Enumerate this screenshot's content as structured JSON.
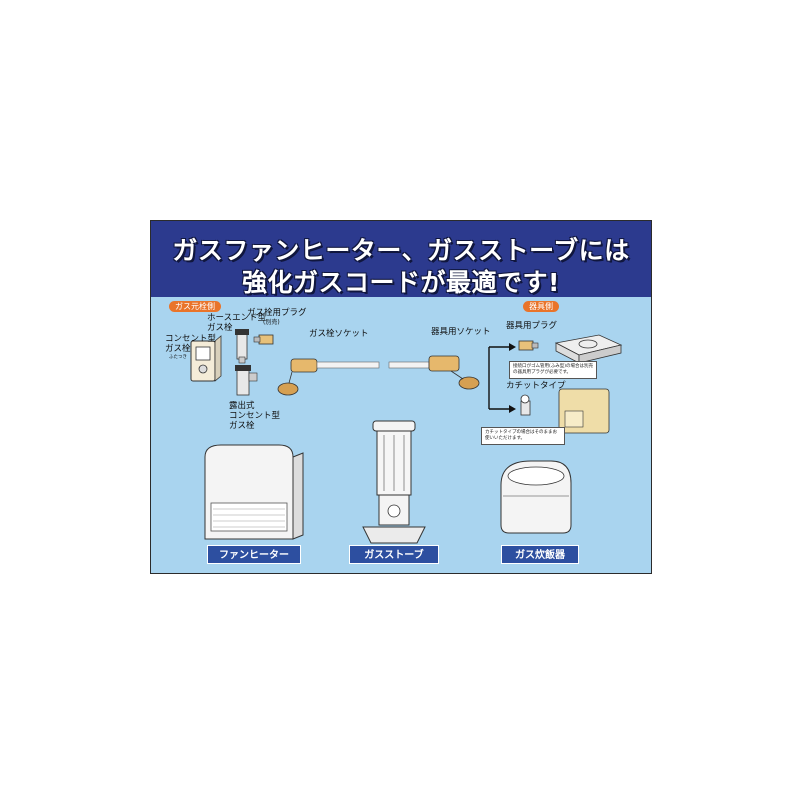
{
  "banner": {
    "line1": "ガスファンヒーター、ガスストーブには",
    "line2": "強化ガスコードが最適です!"
  },
  "badges": {
    "gas_valve_side": "ガス元栓側",
    "appliance_side": "器具側"
  },
  "labels": {
    "hose_end_valve": "ホースエンド型\nガス栓",
    "gas_plug": "ガス栓用プラグ",
    "gas_plug_note": "(別売)",
    "outlet_valve": "コンセント型\nガス栓",
    "outlet_valve_note": "ふたつき",
    "gas_socket": "ガス栓ソケット",
    "exposed_outlet_valve": "露出式\nコンセント型\nガス栓",
    "appliance_socket": "器具用ソケット",
    "appliance_plug": "器具用プラグ",
    "kachitto_type": "カチットタイプ"
  },
  "notes": {
    "rubber_tube_note": "接続口がゴム管用(ふみ型)の場合は別売の器具用プラグが必要です。",
    "kachitto_note": "カチットタイプの場合はそのままお使いいただけます。"
  },
  "appliances": [
    {
      "name": "ファンヒーター"
    },
    {
      "name": "ガスストーブ"
    },
    {
      "name": "ガス炊飯器"
    }
  ],
  "colors": {
    "banner": "#2c3a8e",
    "background": "#a9d4ef",
    "badge": "#e9742a",
    "caption": "#2d4fa0"
  }
}
